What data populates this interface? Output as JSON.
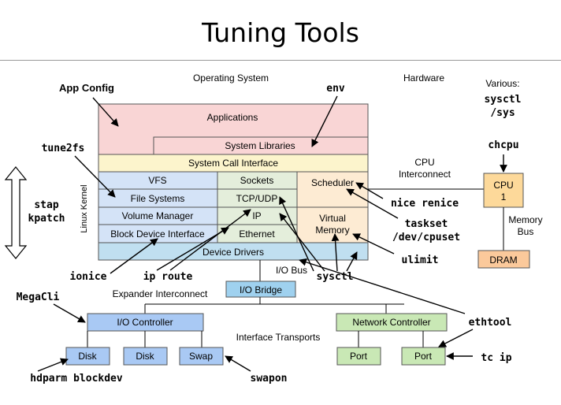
{
  "title": "Tuning Tools",
  "regions": {
    "os": "Operating System",
    "hardware": "Hardware",
    "linux_kernel": "Linux Kernel"
  },
  "layers": {
    "applications": "Applications",
    "system_libraries": "System Libraries",
    "system_call_interface": "System Call Interface",
    "vfs": "VFS",
    "file_systems": "File Systems",
    "volume_manager": "Volume Manager",
    "block_device_interface": "Block Device Interface",
    "sockets": "Sockets",
    "tcp_udp": "TCP/UDP",
    "ip": "IP",
    "ethernet": "Ethernet",
    "scheduler": "Scheduler",
    "virtual_memory_1": "Virtual",
    "virtual_memory_2": "Memory",
    "device_drivers": "Device Drivers"
  },
  "hw": {
    "cpu_1": "CPU",
    "cpu_2": "1",
    "dram": "DRAM",
    "cpu_interconnect_1": "CPU",
    "cpu_interconnect_2": "Interconnect",
    "memory_bus_1": "Memory",
    "memory_bus_2": "Bus",
    "io_bus": "I/O Bus",
    "io_bridge": "I/O Bridge",
    "expander_interconnect": "Expander Interconnect",
    "io_controller": "I/O Controller",
    "interface_transports": "Interface Transports",
    "network_controller": "Network Controller",
    "disk": "Disk",
    "swap": "Swap",
    "port": "Port"
  },
  "tools": {
    "app_config": "App Config",
    "env": "env",
    "various": "Various:",
    "sysctl_top": "sysctl",
    "sys": "/sys",
    "chcpu": "chcpu",
    "tune2fs": "tune2fs",
    "stap": "stap",
    "kpatch": "kpatch",
    "nice_renice": "nice renice",
    "taskset": "taskset",
    "cpuset": "/dev/cpuset",
    "ulimit": "ulimit",
    "ionice": "ionice",
    "ip_route": "ip route",
    "sysctl": "sysctl",
    "megacli": "MegaCli",
    "ethtool": "ethtool",
    "hdparm_blockdev": "hdparm blockdev",
    "swapon": "swapon",
    "tc_ip": "tc ip"
  },
  "colors": {
    "applications": "#f9d5d5",
    "syscall": "#fcf4cc",
    "blue_layer": "#d4e3f7",
    "green_layer": "#e4eedb",
    "orange_layer": "#fdebd3",
    "device_drivers": "#c0dff0",
    "cpu": "#fdd99a",
    "dram": "#fbc99b",
    "io_bridge": "#9fd1ef",
    "io_controller": "#a9c9f4",
    "network_controller": "#c9e8b5"
  }
}
